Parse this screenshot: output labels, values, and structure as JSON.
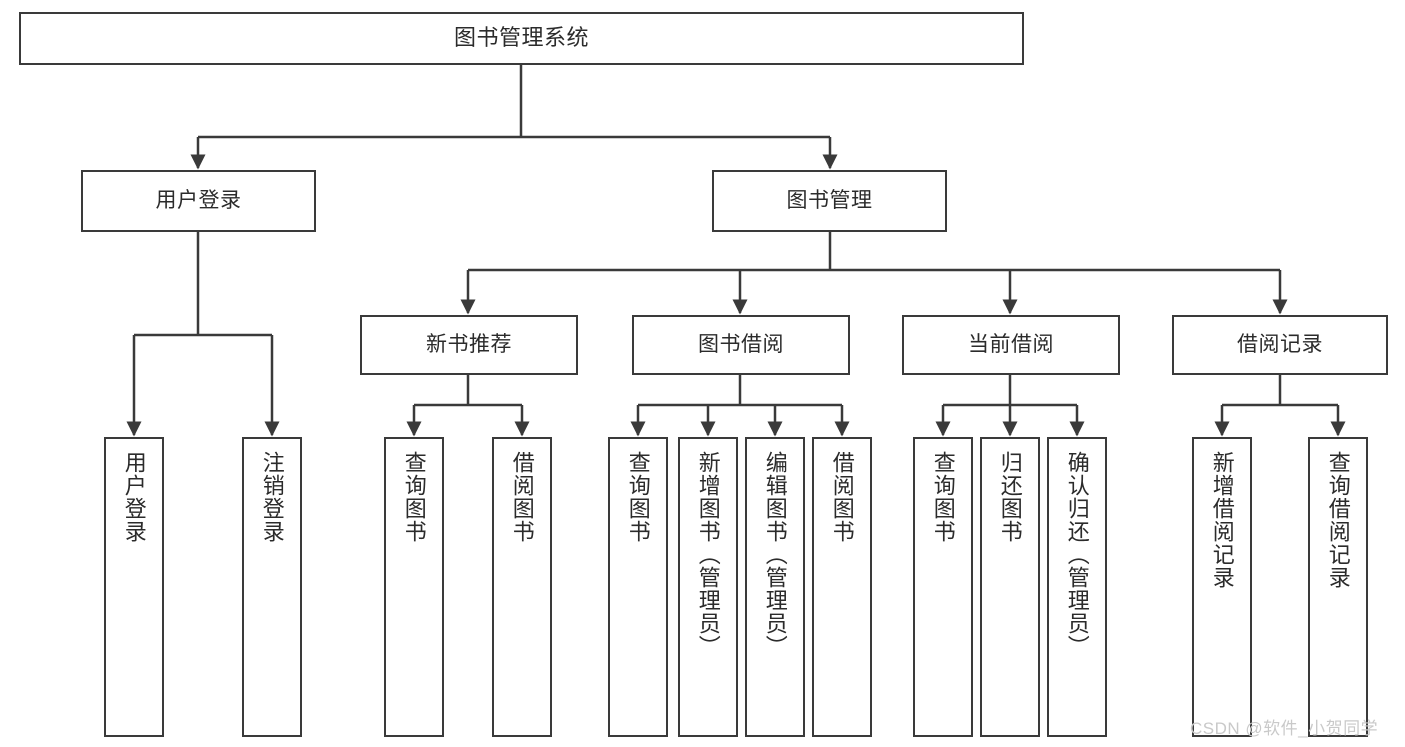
{
  "diagram": {
    "title": "图书管理系统",
    "type": "hierarchy-tree",
    "watermark": "CSDN @软件_小贺同学",
    "colors": {
      "border": "#3a3a3a",
      "text": "#2b2b2b",
      "background": "#ffffff",
      "watermark": "#c9c9c9"
    },
    "root": {
      "label": "图书管理系统"
    },
    "level2": [
      {
        "label": "用户登录"
      },
      {
        "label": "图书管理"
      }
    ],
    "level3": [
      {
        "label": "新书推荐"
      },
      {
        "label": "图书借阅"
      },
      {
        "label": "当前借阅"
      },
      {
        "label": "借阅记录"
      }
    ],
    "leaves": {
      "user_login": [
        {
          "label": "用户登录"
        },
        {
          "label": "注销登录"
        }
      ],
      "new_book_recommend": [
        {
          "label": "查询图书"
        },
        {
          "label": "借阅图书"
        }
      ],
      "book_borrow": [
        {
          "label": "查询图书"
        },
        {
          "label": "新增图书（管理员）"
        },
        {
          "label": "编辑图书（管理员）"
        },
        {
          "label": "借阅图书"
        }
      ],
      "current_borrow": [
        {
          "label": "查询图书"
        },
        {
          "label": "归还图书"
        },
        {
          "label": "确认归还（管理员）"
        }
      ],
      "borrow_record": [
        {
          "label": "新增借阅记录"
        },
        {
          "label": "查询借阅记录"
        }
      ]
    }
  }
}
